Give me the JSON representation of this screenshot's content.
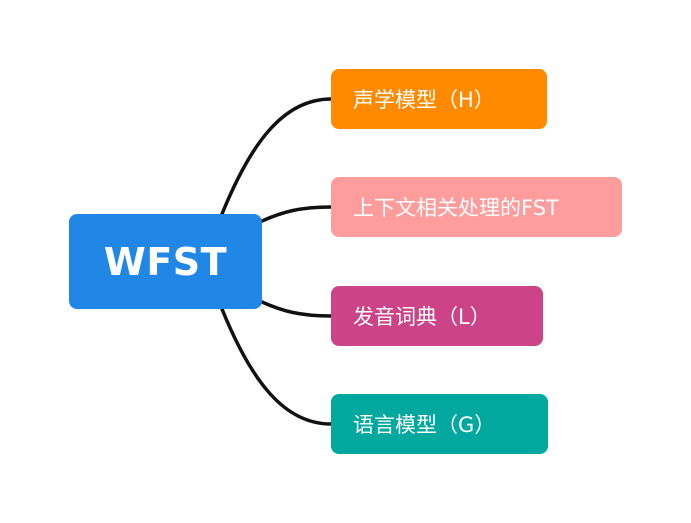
{
  "root": {
    "label": "WFST",
    "color": "#2187E7"
  },
  "branches": [
    {
      "label": "声学模型（H）",
      "color": "#FF8A00"
    },
    {
      "label": "上下文相关处理的FST",
      "color": "#FF9C9C"
    },
    {
      "label": "发音词典（L）",
      "color": "#CC4388"
    },
    {
      "label": "语言模型（G）",
      "color": "#00A89D"
    }
  ],
  "connector_color": "#111111"
}
